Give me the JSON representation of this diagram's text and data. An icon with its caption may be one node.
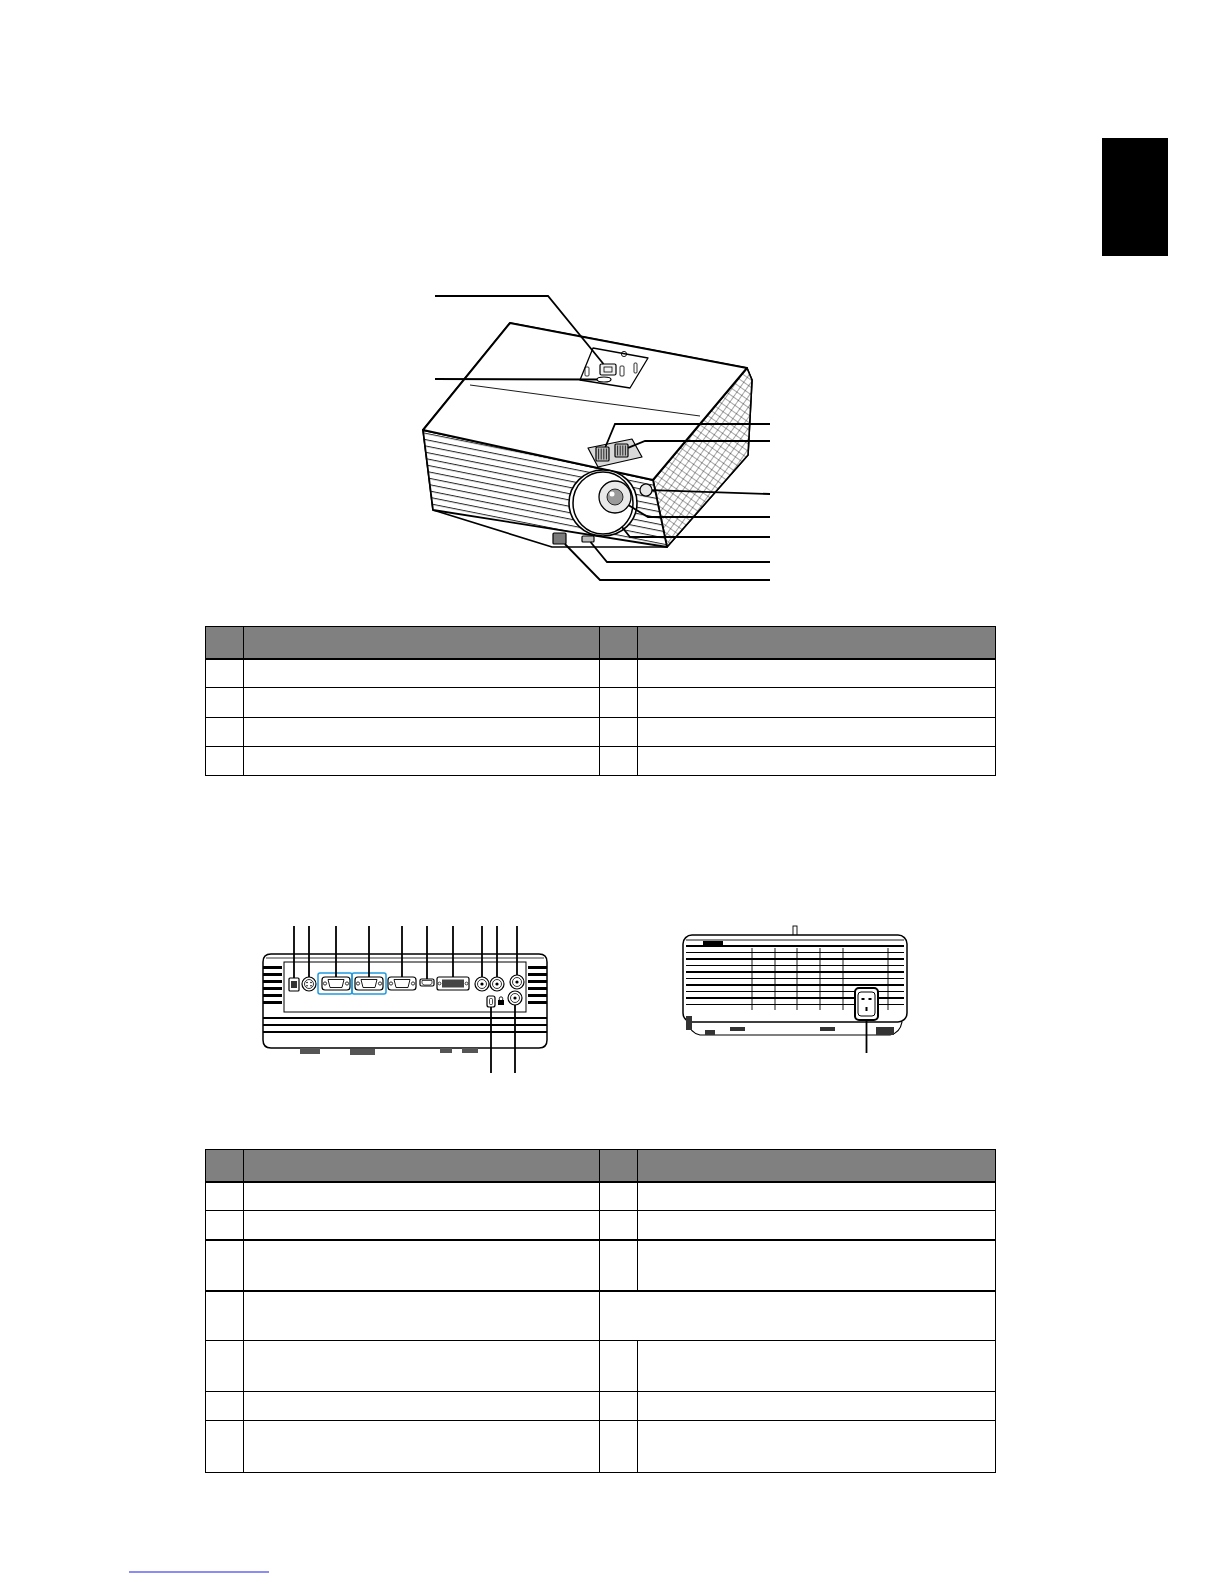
{
  "diagram": {
    "nodes": [
      {
        "text": [],
        "shape": "picture"
      },
      {
        "text": [],
        "shape": "box",
        "in": 0
      },
      {
        "text": [],
        "shape": "circle",
        "in": 0
      },
      {
        "text": [],
        "shape": "box",
        "in": 0
      },
      {
        "text": [],
        "shape": "box",
        "in": 0
      },
      {
        "text": [],
        "shape": "circle",
        "in": 0
      },
      {
        "text": [],
        "shape": "circle",
        "in": 0
      },
      {
        "text": [],
        "shape": "circle",
        "in": 6
      },
      {
        "text": [],
        "shape": "box",
        "in": 0
      },
      {
        "text": [],
        "shape": "box",
        "in": 0
      },
      {
        "text": [],
        "shape": "picture"
      },
      {
        "text": [],
        "shape": "box",
        "in": 10
      },
      {
        "text": [],
        "shape": "circle",
        "in": 10
      },
      {
        "text": [],
        "shape": "box",
        "in": 10
      },
      {
        "text": [],
        "shape": "box",
        "in": 10
      },
      {
        "text": [],
        "shape": "box",
        "in": 10
      },
      {
        "text": [],
        "shape": "box",
        "in": 10
      },
      {
        "text": [],
        "shape": "box",
        "in": 10
      },
      {
        "text": [],
        "shape": "circle",
        "in": 10
      },
      {
        "text": [],
        "shape": "circle",
        "in": 10
      },
      {
        "text": [],
        "shape": "circle",
        "in": 10
      },
      {
        "text": [],
        "shape": "box",
        "in": 10
      },
      {
        "text": [],
        "shape": "circle",
        "in": 10
      },
      {
        "text": [],
        "shape": "picture"
      },
      {
        "text": [],
        "shape": "box",
        "in": 23
      }
    ],
    "edges": [
      {
        "from": null,
        "to": 1,
        "arrow": "none"
      },
      {
        "from": null,
        "to": 2,
        "arrow": "none"
      },
      {
        "from": null,
        "to": 3,
        "arrow": "none"
      },
      {
        "from": null,
        "to": 4,
        "arrow": "none"
      },
      {
        "from": null,
        "to": 5,
        "arrow": "none"
      },
      {
        "from": null,
        "to": 7,
        "arrow": "none"
      },
      {
        "from": null,
        "to": 6,
        "arrow": "none"
      },
      {
        "from": null,
        "to": 8,
        "arrow": "none"
      },
      {
        "from": null,
        "to": 9,
        "arrow": "none"
      },
      {
        "from": null,
        "to": 11,
        "arrow": "none"
      },
      {
        "from": null,
        "to": 12,
        "arrow": "none"
      },
      {
        "from": null,
        "to": 13,
        "arrow": "none"
      },
      {
        "from": null,
        "to": 14,
        "arrow": "none"
      },
      {
        "from": null,
        "to": 15,
        "arrow": "none"
      },
      {
        "from": null,
        "to": 16,
        "arrow": "none"
      },
      {
        "from": null,
        "to": 17,
        "arrow": "none"
      },
      {
        "from": null,
        "to": 18,
        "arrow": "none"
      },
      {
        "from": null,
        "to": 19,
        "arrow": "none"
      },
      {
        "from": null,
        "to": 20,
        "arrow": "none"
      },
      {
        "from": null,
        "to": 21,
        "arrow": "none"
      },
      {
        "from": null,
        "to": 22,
        "arrow": "none"
      },
      {
        "from": null,
        "to": 24,
        "arrow": "none"
      }
    ]
  }
}
